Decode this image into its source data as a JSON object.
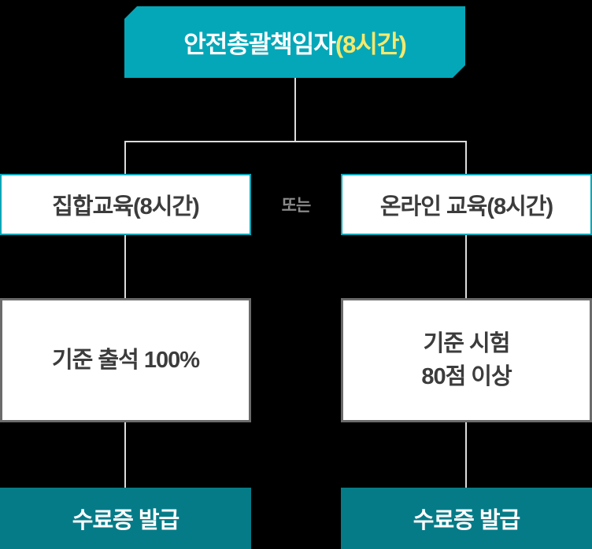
{
  "colors": {
    "background": "#000000",
    "root_box_teal": "#04a7b8",
    "result_box_teal": "#067b88",
    "hours_yellow": "#f5e96d",
    "box_text_dark": "#3c3c3c",
    "or_label_gray": "#8a8a8a",
    "criteria_border_gray": "#6b6b6b",
    "connector_gray": "#dcdcdc",
    "box_fill_white": "#ffffff"
  },
  "flowchart": {
    "root": {
      "title": "안전총괄책임자",
      "hours": "(8시간)"
    },
    "or_label": "또는",
    "branches": [
      {
        "method": "집합교육(8시간)",
        "criteria": [
          "기준 출석 100%"
        ],
        "result": "수료증 발급"
      },
      {
        "method": "온라인 교육(8시간)",
        "criteria": [
          "기준 시험",
          "80점 이상"
        ],
        "result": "수료증 발급"
      }
    ]
  }
}
